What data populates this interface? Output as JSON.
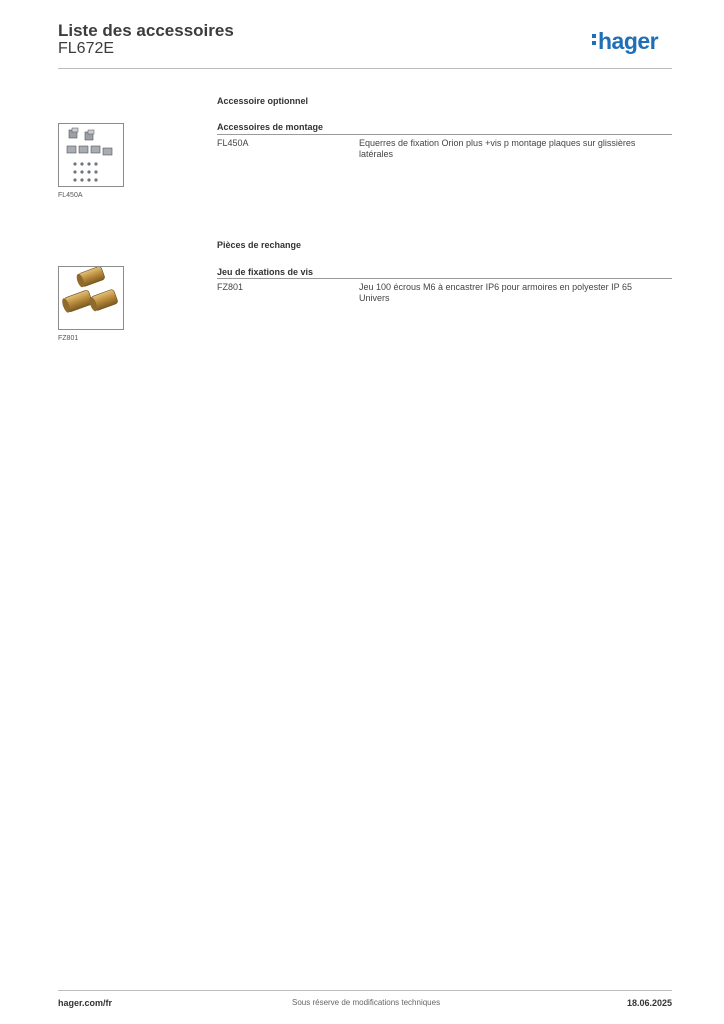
{
  "header": {
    "title": "Liste des accessoires",
    "subtitle": "FL672E",
    "logo_text": "hager",
    "brand_color": "#1e6fb8"
  },
  "sections": [
    {
      "title": "Accessoire optionnel",
      "group": "Accessoires de montage",
      "items": [
        {
          "ref": "FL450A",
          "description": "Equerres de fixation Orion plus +vis p montage plaques sur glissières latérales",
          "image_caption": "FL450A",
          "image_icon": "mounting-brackets-icon"
        }
      ]
    },
    {
      "title": "Pièces de rechange",
      "group": "Jeu de fixations de vis",
      "items": [
        {
          "ref": "FZ801",
          "description": "Jeu 100 écrous M6 à encastrer IP6 pour armoires en polyester IP 65 Univers",
          "image_caption": "FZ801",
          "image_icon": "brass-nuts-icon"
        }
      ]
    }
  ],
  "footer": {
    "website": "hager.com/fr",
    "notice": "Sous réserve de modifications techniques",
    "date": "18.06.2025"
  }
}
